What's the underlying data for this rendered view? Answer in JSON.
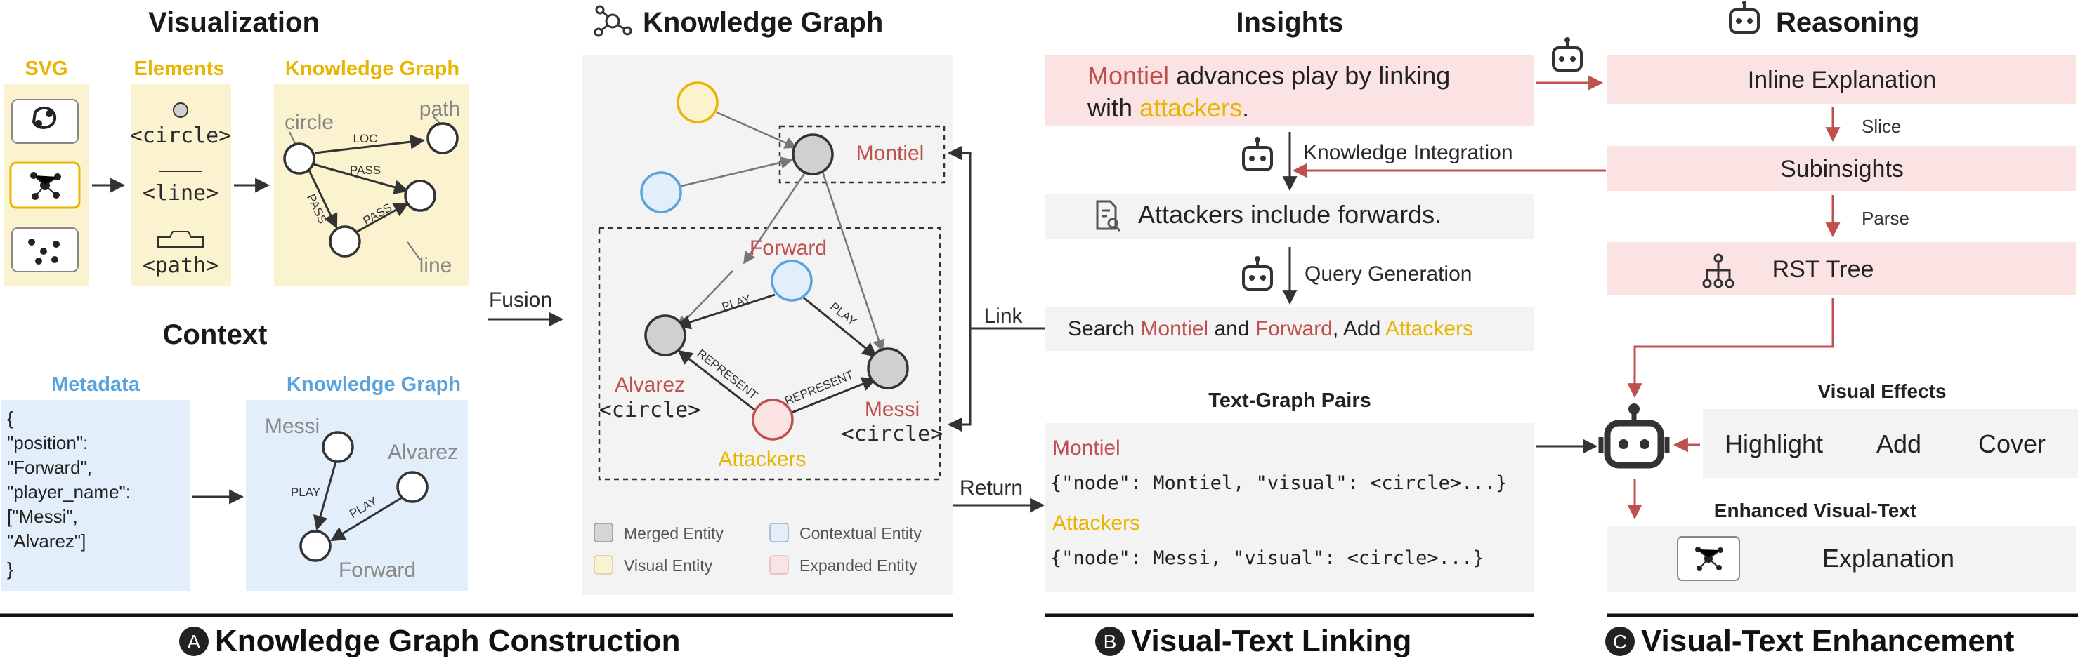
{
  "visualization": {
    "title": "Visualization",
    "svg_label": "SVG",
    "elements_label": "Elements",
    "kg_label": "Knowledge Graph",
    "elements": [
      "<circle>",
      "<line>",
      "<path>"
    ],
    "kg_nodes": {
      "circle": "circle",
      "path": "path",
      "line": "line"
    },
    "kg_edges": [
      "LOC",
      "PASS",
      "PASS",
      "PASS"
    ]
  },
  "context": {
    "title": "Context",
    "metadata_label": "Metadata",
    "metadata_lines": [
      "{",
      " \"position\":",
      "    \"Forward\",",
      " \"player_name\":",
      "    [\"Messi\",",
      "     \"Alvarez\"]",
      "}"
    ],
    "kg_label": "Knowledge Graph",
    "kg_nodes": {
      "messi": "Messi",
      "alvarez": "Alvarez",
      "forward": "Forward"
    },
    "kg_edges": [
      "PLAY",
      "PLAY"
    ]
  },
  "fusion": {
    "label": "Fusion"
  },
  "knowledge_graph": {
    "title": "Knowledge Graph",
    "nodes": {
      "montiel": "Montiel",
      "forward": "Forward",
      "alvarez": "Alvarez",
      "messi": "Messi",
      "attackers": "Attackers",
      "circle_tag": "<circle>"
    },
    "edges": [
      "PLAY",
      "PLAY",
      "REPRESENT",
      "REPRESENT"
    ],
    "legend": [
      {
        "label": "Merged Entity",
        "color": "#d6d6d6"
      },
      {
        "label": "Contextual Entity",
        "color": "#e2eefa"
      },
      {
        "label": "Visual Entity",
        "color": "#fbf2cf"
      },
      {
        "label": "Expanded Entity",
        "color": "#fbe3e3"
      }
    ]
  },
  "link_label": "Link",
  "return_label": "Return",
  "insights": {
    "title": "Insights",
    "sentence_parts": [
      "Montiel",
      " advances play by linking",
      "with ",
      "attackers",
      "."
    ],
    "knowledge_integration": "Knowledge Integration",
    "fact": "Attackers include forwards.",
    "query_generation": "Query Generation",
    "query_parts": [
      "Search ",
      "Montiel",
      " and ",
      "Forward",
      ", Add ",
      "Attackers"
    ],
    "pairs_title": "Text-Graph Pairs",
    "pairs": [
      {
        "name": "Montiel",
        "json": "{\"node\": Montiel, \"visual\": <circle>...}"
      },
      {
        "name": "Attackers",
        "json": "{\"node\": Messi, \"visual\": <circle>...}"
      }
    ]
  },
  "reasoning": {
    "title": "Reasoning",
    "inline_explanation": "Inline Explanation",
    "slice": "Slice",
    "subinsights": "Subinsights",
    "parse": "Parse",
    "rst_tree": "RST Tree",
    "visual_effects_title": "Visual Effects",
    "effects": [
      "Highlight",
      "Add",
      "Cover"
    ],
    "enhanced_title": "Enhanced Visual-Text",
    "explanation": "Explanation"
  },
  "sections": [
    {
      "letter": "A",
      "title": "Knowledge Graph Construction"
    },
    {
      "letter": "B",
      "title": "Visual-Text Linking"
    },
    {
      "letter": "C",
      "title": "Visual-Text Enhancement"
    }
  ],
  "colors": {
    "red": "#c0504d",
    "yellow": "#e8b500",
    "blue": "#5ba3dc",
    "node_gray": "#d0d0d0",
    "panel_pink": "#fbe3e3",
    "panel_yellow": "#fbf2cf",
    "panel_blue": "#e2eefa",
    "panel_gray": "#f3f3f3"
  }
}
